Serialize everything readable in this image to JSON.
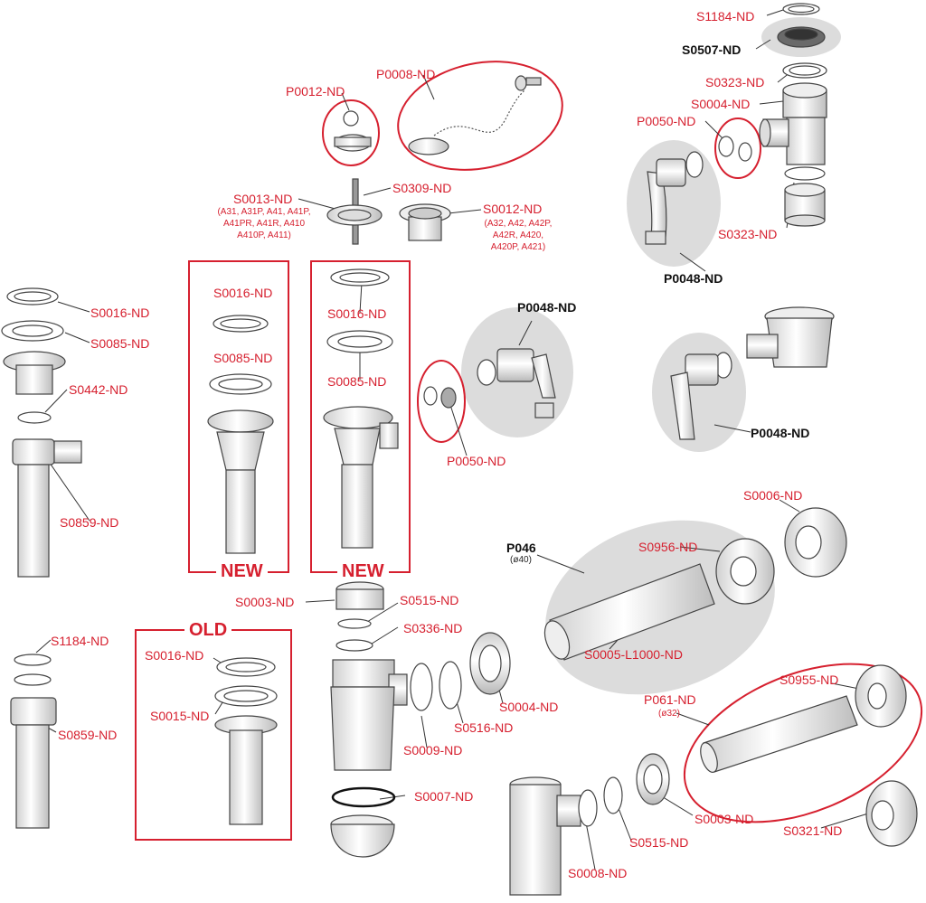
{
  "accent": "#d6202f",
  "labels": {
    "s1184_top": "S1184-ND",
    "s0507": "S0507-ND",
    "s0323_top": "S0323-ND",
    "s0004_top": "S0004-ND",
    "p0050_top": "P0050-ND",
    "s0323_bottom": "S0323-ND",
    "p0048_top": "P0048-ND",
    "p0012": "P0012-ND",
    "p0008": "P0008-ND",
    "s0013": "S0013-ND",
    "s0013_note": "(A31, A31P, A41, A41P,\nA41PR, A41R, A410\nA410P, A411)",
    "s0309": "S0309-ND",
    "s0012": "S0012-ND",
    "s0012_note": "(A32, A42, A42P,\nA42R, A420,\nA420P, A421)",
    "left_s0016": "S0016-ND",
    "left_s0085": "S0085-ND",
    "left_s0442": "S0442-ND",
    "left_s0859": "S0859-ND",
    "new1_s0016": "S0016-ND",
    "new1_s0085": "S0085-ND",
    "new_label": "NEW",
    "new2_s0016": "S0016-ND",
    "new2_s0085": "S0085-ND",
    "p0048_mid": "P0048-ND",
    "p0050_mid": "P0050-ND",
    "p0048_right": "P0048-ND",
    "s0006": "S0006-ND",
    "p046": "P046",
    "p046_note": "(ø40)",
    "s0956": "S0956-ND",
    "s0005": "S0005-L1000-ND",
    "s0003_top": "S0003-ND",
    "s0515_top": "S0515-ND",
    "s0336": "S0336-ND",
    "s0004_mid": "S0004-ND",
    "s0516": "S0516-ND",
    "s0009": "S0009-ND",
    "s0007": "S0007-ND",
    "s1184_left": "S1184-ND",
    "s0859_left": "S0859-ND",
    "old_label": "OLD",
    "old_s0016": "S0016-ND",
    "old_s0015": "S0015-ND",
    "s0955": "S0955-ND",
    "p061": "P061-ND",
    "p061_note": "(ø32)",
    "s0003_bottom": "S0003-ND",
    "s0321": "S0321-ND",
    "s0515_bottom": "S0515-ND",
    "s0008": "S0008-ND"
  }
}
